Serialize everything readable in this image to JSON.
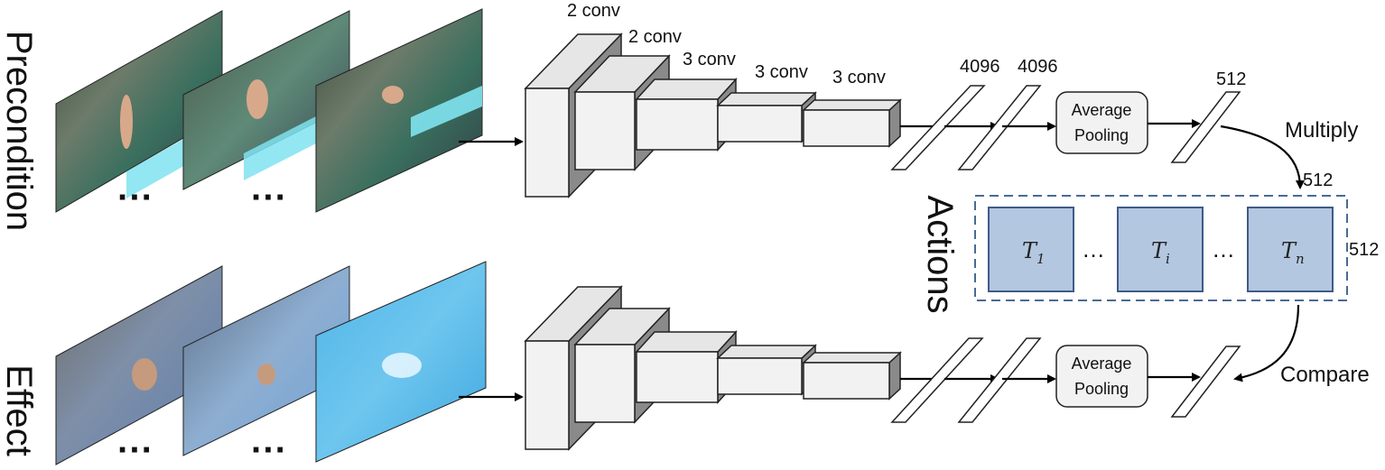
{
  "labels": {
    "precondition": "Precondition",
    "effect": "Effect",
    "actions": "Actions",
    "multiply": "Multiply",
    "compare": "Compare"
  },
  "conv_blocks": [
    "2 conv",
    "2 conv",
    "3 conv",
    "3 conv",
    "3 conv"
  ],
  "fc_dims": [
    "4096",
    "4096"
  ],
  "pool_label_line1": "Average",
  "pool_label_line2": "Pooling",
  "embed_dim": "512",
  "multiply_dim": "512",
  "matrix_dim": "512",
  "ellipsis": "…",
  "frame_dots": "···",
  "transforms": [
    {
      "base": "T",
      "sub": "1"
    },
    {
      "base": "T",
      "sub": "i"
    },
    {
      "base": "T",
      "sub": "n"
    }
  ]
}
